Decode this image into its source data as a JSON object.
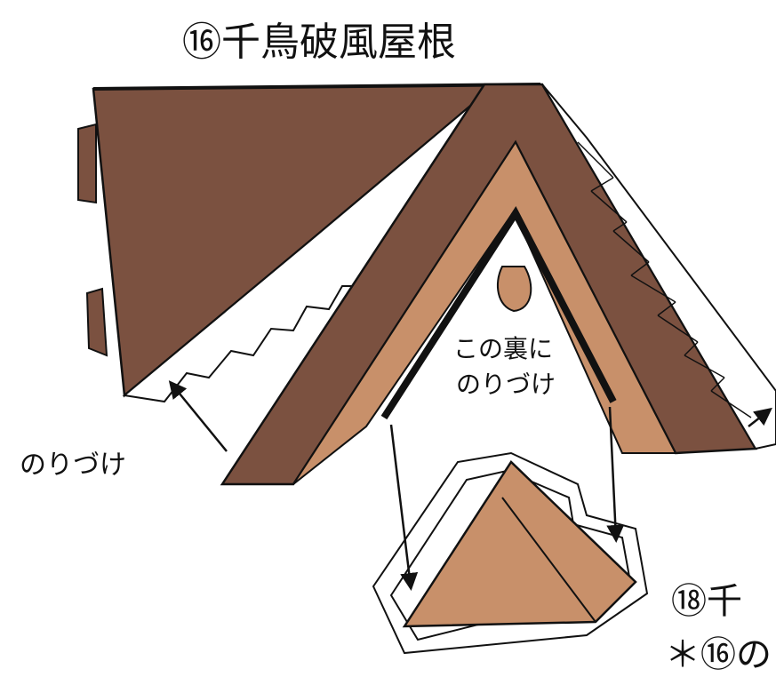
{
  "title": "⑯千鳥破風屋根",
  "labels": {
    "glue_left": "のりづけ",
    "glue_inner_line1": "この裏に",
    "glue_inner_line2": "のりづけ",
    "next_part": "⑱千",
    "note": "＊⑯の"
  },
  "colors": {
    "dark_brown": "#7b5140",
    "light_brown": "#c8906a",
    "outline": "#111111",
    "background": "#ffffff"
  }
}
